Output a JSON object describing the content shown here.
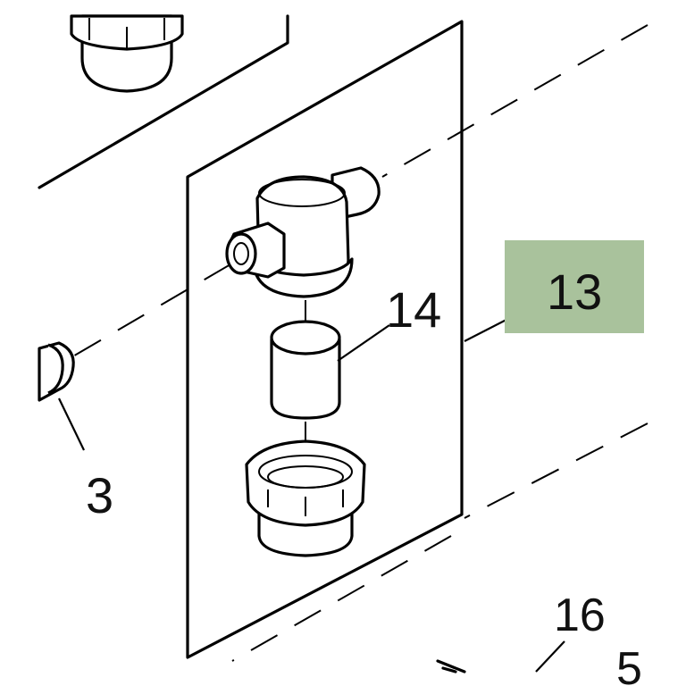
{
  "callouts": {
    "c13": "13",
    "c14": "14",
    "c3": "3",
    "c16": "16",
    "c5": "5"
  },
  "colors": {
    "highlight": "#a9c29c",
    "line": "#000000",
    "background": "#ffffff"
  }
}
